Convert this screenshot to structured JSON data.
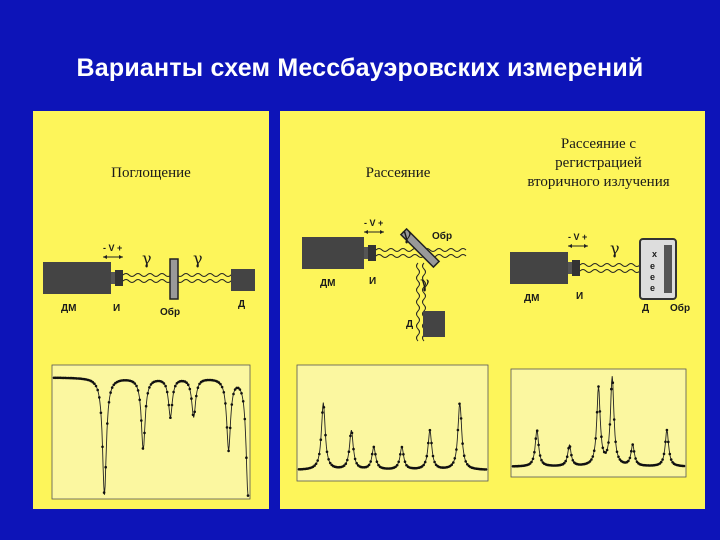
{
  "title": "Варианты схем Мессбауэровских измерений",
  "panels": [
    {
      "title": "Поглощение",
      "labels": {
        "source_device": "ДМ",
        "source": "И",
        "sample": "Обр",
        "detector": "Д",
        "velocity": "- V +",
        "gamma": "γ"
      }
    },
    {
      "title": "Рассеяние",
      "labels": {
        "source_device": "ДМ",
        "source": "И",
        "sample": "Обр",
        "detector": "Д",
        "velocity": "- V +",
        "gamma": "γ"
      }
    },
    {
      "title": "Рассеяние с регистрацией вторичного излучения",
      "title_lines": [
        "Рассеяние с",
        "регистрацией",
        "вторичного излучения"
      ],
      "labels": {
        "source_device": "ДМ",
        "source": "И",
        "sample": "Обр",
        "detector": "Д",
        "velocity": "- V +",
        "gamma": "γ",
        "emission": [
          "x",
          "e",
          "e",
          "e"
        ]
      }
    }
  ],
  "colors": {
    "background": "#0d14b8",
    "panel": "#fdf55a",
    "ink": "#1a1a1a"
  },
  "spectra": [
    {
      "kind": "absorption",
      "lines": [
        0.26,
        0.46,
        0.6,
        0.72,
        0.9,
        1.0
      ],
      "depths": [
        0.9,
        0.55,
        0.3,
        0.3,
        0.55,
        0.9
      ]
    },
    {
      "kind": "emission",
      "lines": [
        0.13,
        0.28,
        0.4,
        0.55,
        0.7,
        0.86
      ],
      "heights": [
        0.6,
        0.35,
        0.2,
        0.2,
        0.35,
        0.6
      ]
    },
    {
      "kind": "emission",
      "lines": [
        0.14,
        0.33,
        0.5,
        0.58,
        0.7,
        0.9
      ],
      "heights": [
        0.35,
        0.2,
        0.75,
        0.85,
        0.2,
        0.35
      ]
    }
  ]
}
